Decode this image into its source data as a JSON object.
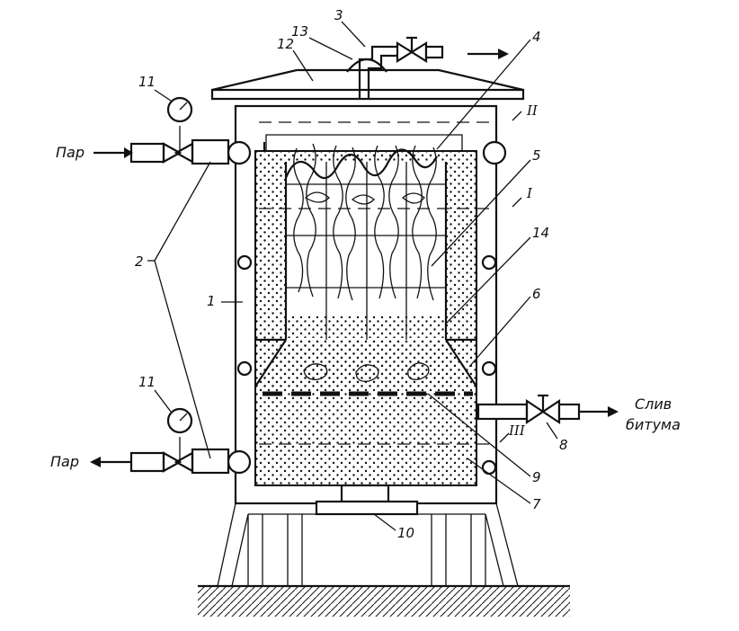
{
  "numbers": [
    "1",
    "2",
    "3",
    "4",
    "5",
    "6",
    "7",
    "8",
    "9",
    "10",
    "11",
    "11",
    "12",
    "13",
    "14"
  ],
  "roman": [
    "I",
    "II",
    "III"
  ],
  "labels": {
    "steam_in": "Пар",
    "steam_out": "Пар",
    "drain_line1": "Слив",
    "drain_line2": "битума"
  }
}
